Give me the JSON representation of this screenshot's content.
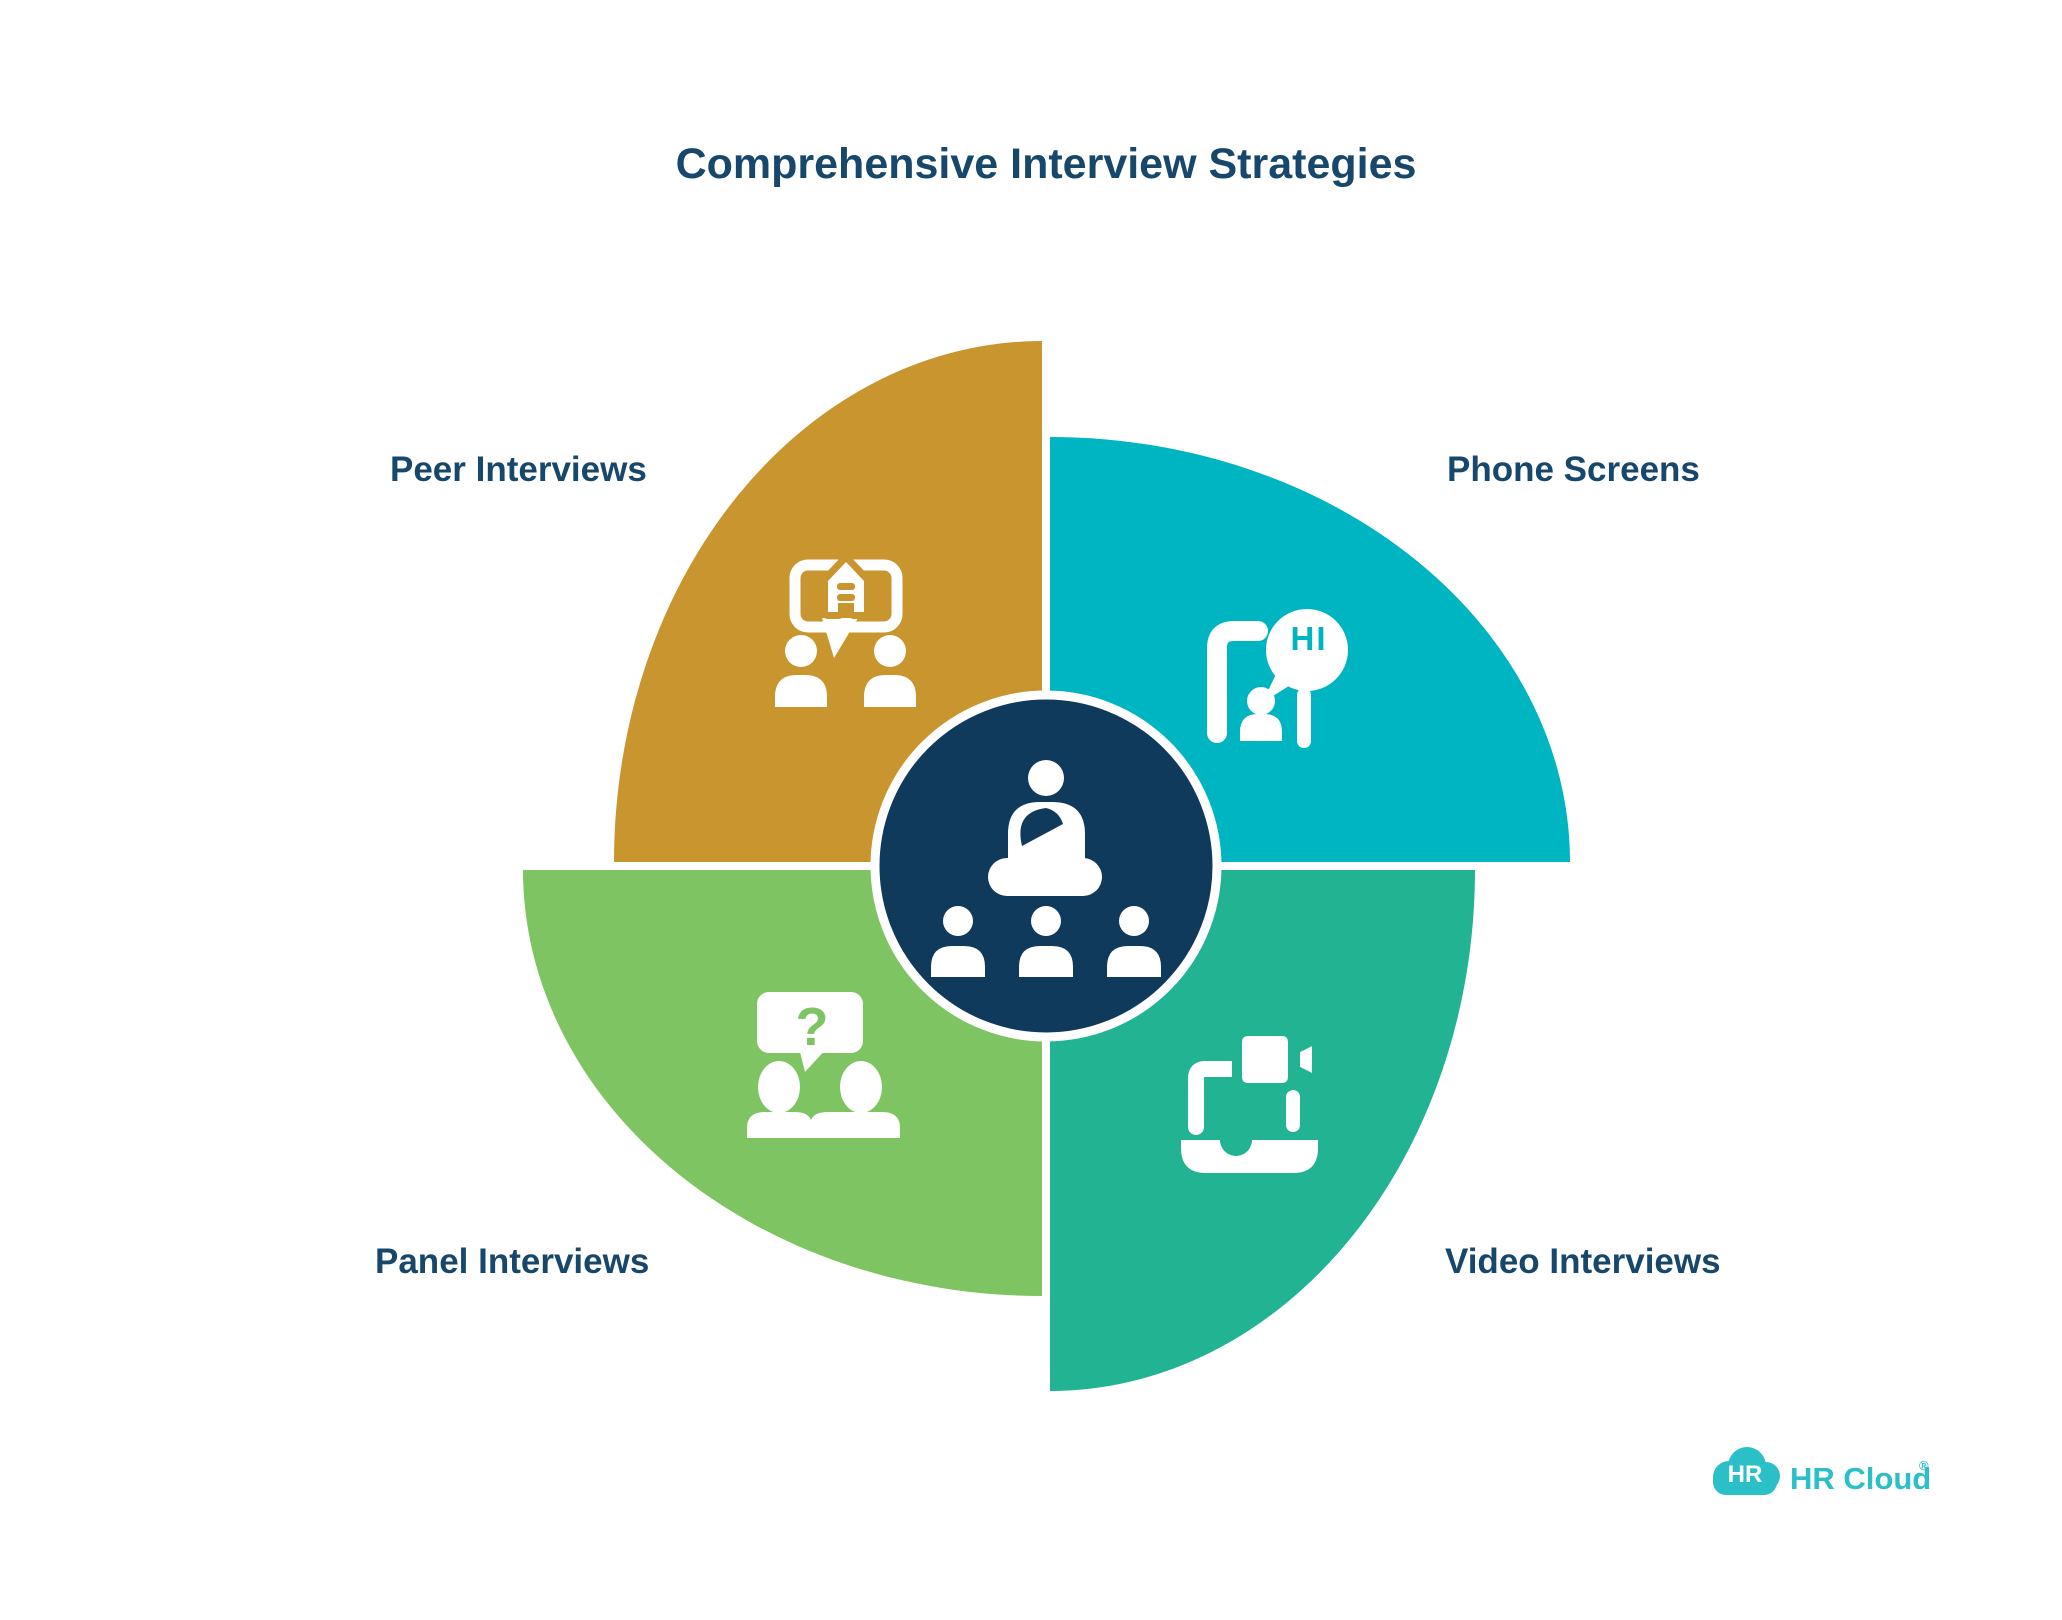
{
  "title": "Comprehensive Interview Strategies",
  "theme": {
    "background": "#FFFFFF",
    "text-navy": "#17486C"
  },
  "segments": {
    "peer": {
      "label": "Peer Interviews",
      "color": "#C8952F",
      "icon": "two-people-shared-document-bubble-icon"
    },
    "phone": {
      "label": "Phone Screens",
      "color": "#00B5C2",
      "icon": "caller-greeting-bubble-icon",
      "bubble_text": "HI"
    },
    "panel": {
      "label": "Panel Interviews",
      "color": "#7EC463",
      "icon": "two-people-question-bubble-icon",
      "bubble_text": "?"
    },
    "video": {
      "label": "Video Interviews",
      "color": "#22B492",
      "icon": "laptop-video-camera-icon"
    }
  },
  "center": {
    "color": "#103A5C",
    "icon": "presenter-with-audience-icon"
  },
  "logo": {
    "badge_text": "HR",
    "name": "HR Cloud",
    "registered_mark": "®",
    "color": "#2BBFC8",
    "icon": "cloud-icon"
  }
}
